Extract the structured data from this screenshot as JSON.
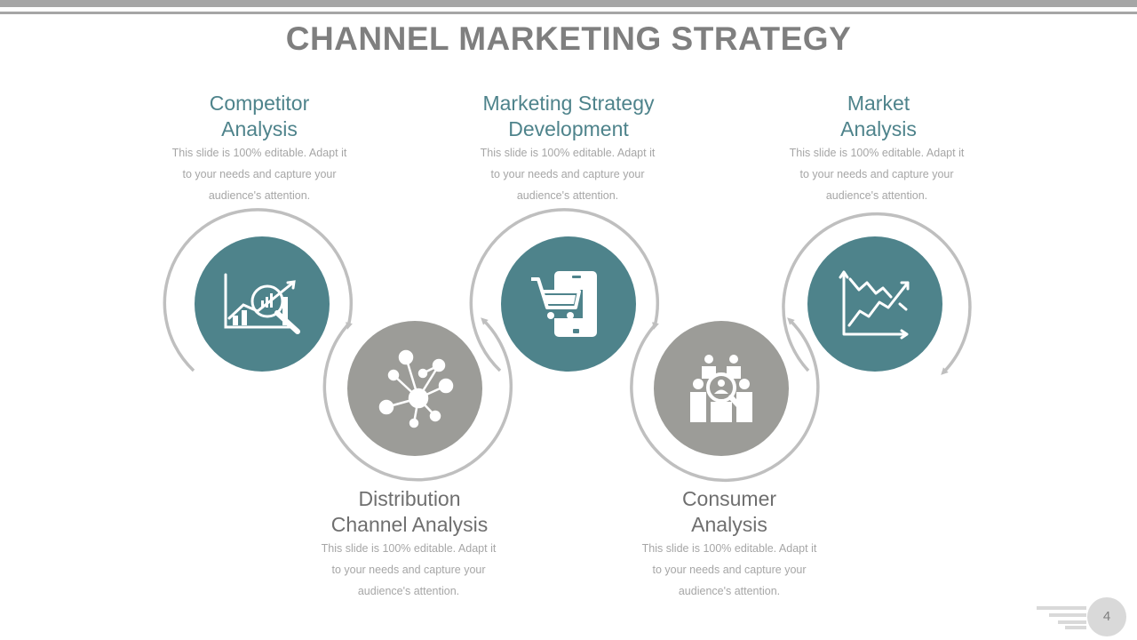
{
  "title": "CHANNEL MARKETING STRATEGY",
  "description_text": "This slide is 100% editable. Adapt it to your needs and capture your audience's attention.",
  "steps": [
    {
      "heading_line1": "Competitor",
      "heading_line2": "Analysis",
      "desc_line1": "This slide is 100% editable. Adapt it",
      "desc_line2": "to your needs and capture your",
      "desc_line3": "audience's attention.",
      "icon": "chart-magnifier-icon",
      "color": "#4e838b"
    },
    {
      "heading_line1": "Distribution",
      "heading_line2": "Channel Analysis",
      "desc_line1": "This slide is 100% editable. Adapt it",
      "desc_line2": "to your needs and capture your",
      "desc_line3": "audience's attention.",
      "icon": "network-nodes-icon",
      "color": "#9c9c98"
    },
    {
      "heading_line1": "Marketing Strategy",
      "heading_line2": "Development",
      "desc_line1": "This slide is 100% editable. Adapt it",
      "desc_line2": "to your needs and capture your",
      "desc_line3": "audience's attention.",
      "icon": "mobile-cart-icon",
      "color": "#4e838b"
    },
    {
      "heading_line1": "Consumer",
      "heading_line2": "Analysis",
      "desc_line1": "This slide is 100% editable. Adapt it",
      "desc_line2": "to your needs and capture your",
      "desc_line3": "audience's attention.",
      "icon": "people-search-icon",
      "color": "#9c9c98"
    },
    {
      "heading_line1": "Market",
      "heading_line2": "Analysis",
      "desc_line1": "This slide is 100% editable. Adapt it",
      "desc_line2": "to your needs and capture your",
      "desc_line3": "audience's attention.",
      "icon": "line-chart-icon",
      "color": "#4e838b"
    }
  ],
  "page_number": "4",
  "colors": {
    "teal": "#4e838b",
    "gray": "#9c9c98",
    "arc": "#bfbfbf"
  }
}
